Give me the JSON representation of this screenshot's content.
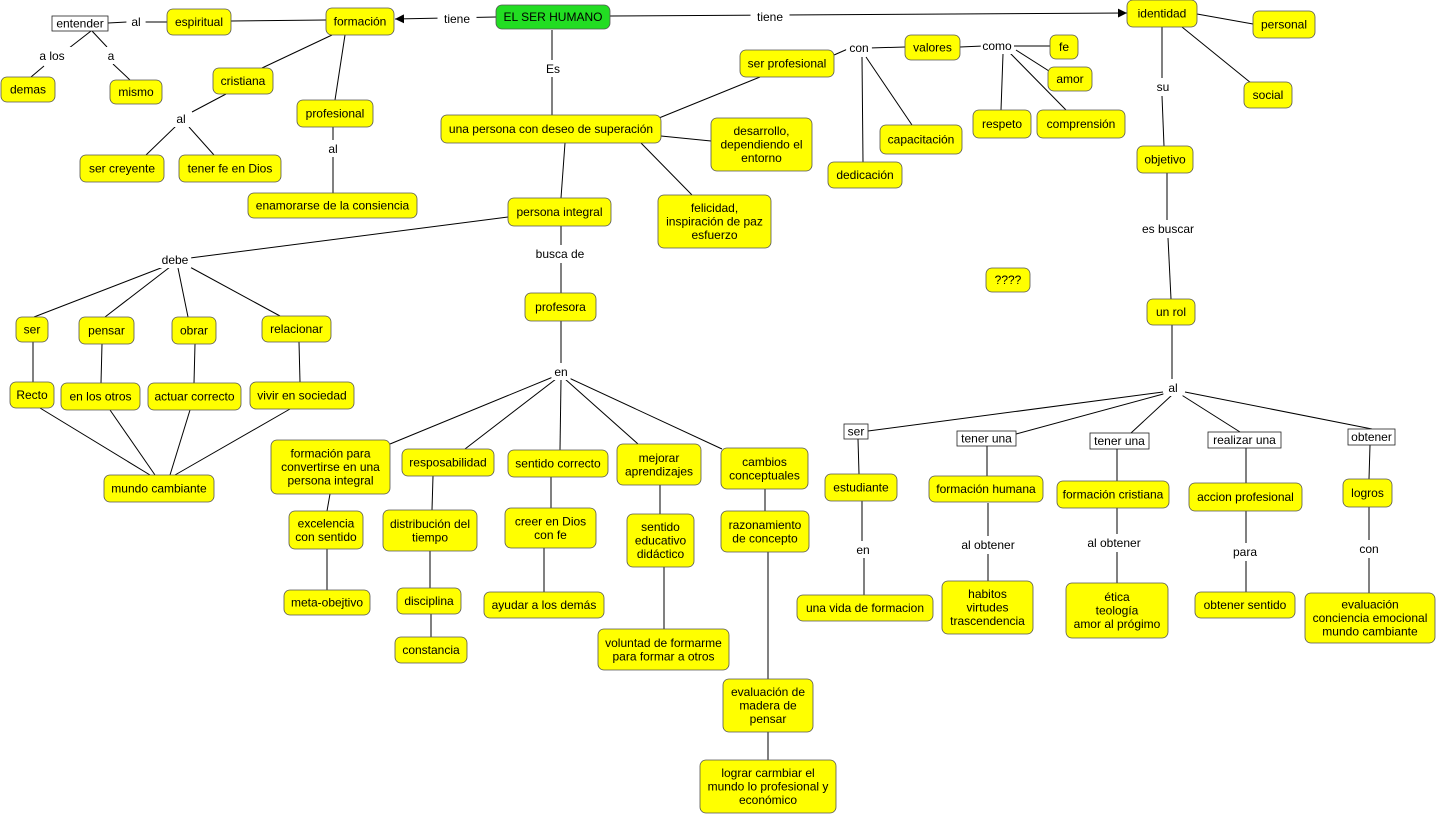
{
  "concepts": {
    "root": "EL SER HUMANO",
    "formacion": "formación",
    "espiritual": "espiritual",
    "entender": "entender",
    "demas": "demas",
    "mismo": "mismo",
    "cristiana": "cristiana",
    "ser_creyente": "ser creyente",
    "tener_fe": "tener fe en Dios",
    "profesional": "profesional",
    "enamorarse": "enamorarse de la consiencia",
    "superacion": "una persona con deseo de superación",
    "ser_profesional": "ser profesional",
    "valores": "valores",
    "fe": "fe",
    "amor": "amor",
    "respeto": "respeto",
    "comprension": "comprensión",
    "capacitacion": "capacitación",
    "dedicacion": "dedicación",
    "desarrollo": "desarrollo,\ndependiendo el\nentorno",
    "felicidad": "felicidad,\ninspiración de paz\nesfuerzo",
    "persona_integral": "persona integral",
    "ser": "ser",
    "pensar": "pensar",
    "obrar": "obrar",
    "relacionar": "relacionar",
    "recto": "Recto",
    "en_los_otros": "en los otros",
    "actuar": "actuar correcto",
    "vivir": "vivir en sociedad",
    "mundo_cambiante": "mundo cambiante",
    "profesora": "profesora",
    "formacion_integral": "formación para\nconvertirse en una\npersona integral",
    "responsabilidad": "resposabilidad",
    "sentido_correcto": "sentido correcto",
    "mejorar": "mejorar\naprendizajes",
    "cambios": "cambios\nconceptuales",
    "excelencia": "excelencia\ncon sentido",
    "meta": "meta-obejtivo",
    "distribucion": "distribución del\ntiempo",
    "disciplina": "disciplina",
    "constancia": "constancia",
    "creer": "creer en Dios\ncon fe",
    "ayudar": "ayudar a los demás",
    "sentido_educativo": "sentido\neducativo\ndidáctico",
    "voluntad": "voluntad de formarme\npara formar a otros",
    "razonamiento": "razonamiento\nde concepto",
    "evaluacion_madera": "evaluación de\nmadera de\npensar",
    "lograr": "lograr carmbiar el\nmundo lo profesional y\neconómico",
    "identidad": "identidad",
    "personal": "personal",
    "social": "social",
    "objetivo": "objetivo",
    "un_rol": "un rol",
    "signos": "????",
    "b_ser": "ser",
    "b_tener1": "tener una",
    "b_tener2": "tener una",
    "b_realizar": "realizar una",
    "b_obtener": "obtener",
    "estudiante": "estudiante",
    "vida_formacion": "una vida de formacion",
    "formacion_humana": "formación humana",
    "habitos": "habitos\nvirtudes\ntrascendencia",
    "formacion_cristiana": "formación cristiana",
    "etica": "ética\nteología\namor al prógimo",
    "accion": "accion profesional",
    "obtener_sentido": "obtener sentido",
    "logros": "logros",
    "evaluacion_emocional": "evaluación\nconciencia emocional\nmundo cambiante"
  },
  "links": {
    "tiene_left": "tiene",
    "tiene_right": "tiene",
    "al_espiritual": "al",
    "a_los": "a los",
    "a_mismo": "a",
    "al_cristiana": "al",
    "al_profesional": "al",
    "es": "Es",
    "con": "con",
    "como": "como",
    "debe": "debe",
    "busca_de": "busca de",
    "en": "en",
    "su": "su",
    "es_buscar": "es buscar",
    "al_rol": "al",
    "en_estudiante": "en",
    "al_obtener1": "al obtener",
    "al_obtener2": "al obtener",
    "para": "para",
    "con_logros": "con"
  }
}
